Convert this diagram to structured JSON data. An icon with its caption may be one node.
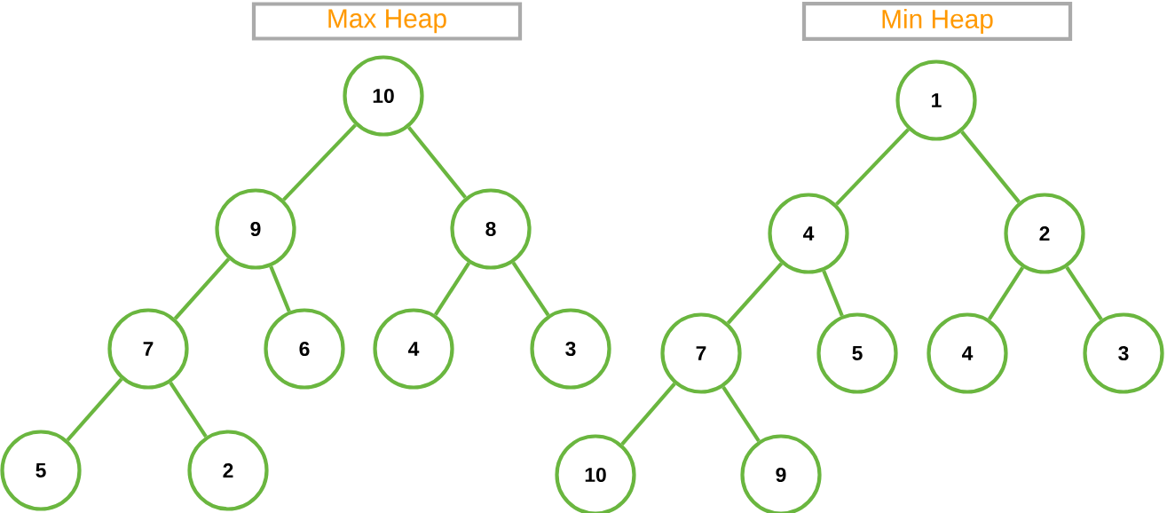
{
  "diagram": {
    "nodes": [
      {
        "text": [
          "Max Heap"
        ]
      },
      {
        "text": [
          "10"
        ]
      },
      {
        "text": [
          "9"
        ]
      },
      {
        "text": [
          "8"
        ]
      },
      {
        "text": [
          "7"
        ]
      },
      {
        "text": [
          "6"
        ]
      },
      {
        "text": [
          "4"
        ]
      },
      {
        "text": [
          "3"
        ]
      },
      {
        "text": [
          "5"
        ]
      },
      {
        "text": [
          "2"
        ]
      },
      {
        "text": [
          "Min Heap"
        ]
      },
      {
        "text": [
          "1"
        ]
      },
      {
        "text": [
          "4"
        ]
      },
      {
        "text": [
          "2"
        ]
      },
      {
        "text": [
          "7"
        ]
      },
      {
        "text": [
          "5"
        ]
      },
      {
        "text": [
          "4"
        ]
      },
      {
        "text": [
          "3"
        ]
      },
      {
        "text": [
          "10"
        ]
      },
      {
        "text": [
          "9"
        ]
      }
    ],
    "edges": [
      {
        "from": 1,
        "to": 2,
        "arrow": "none"
      },
      {
        "from": 1,
        "to": 3,
        "arrow": "none"
      },
      {
        "from": 2,
        "to": 4,
        "arrow": "none"
      },
      {
        "from": 2,
        "to": 5,
        "arrow": "none"
      },
      {
        "from": 3,
        "to": 6,
        "arrow": "none"
      },
      {
        "from": 3,
        "to": 7,
        "arrow": "none"
      },
      {
        "from": 4,
        "to": 8,
        "arrow": "none"
      },
      {
        "from": 4,
        "to": 9,
        "arrow": "none"
      },
      {
        "from": 11,
        "to": 12,
        "arrow": "none"
      },
      {
        "from": 11,
        "to": 13,
        "arrow": "none"
      },
      {
        "from": 12,
        "to": 14,
        "arrow": "none"
      },
      {
        "from": 12,
        "to": 15,
        "arrow": "none"
      },
      {
        "from": 13,
        "to": 16,
        "arrow": "none"
      },
      {
        "from": 13,
        "to": 17,
        "arrow": "none"
      },
      {
        "from": 14,
        "to": 18,
        "arrow": "none"
      },
      {
        "from": 14,
        "to": 19,
        "arrow": "none"
      }
    ]
  }
}
